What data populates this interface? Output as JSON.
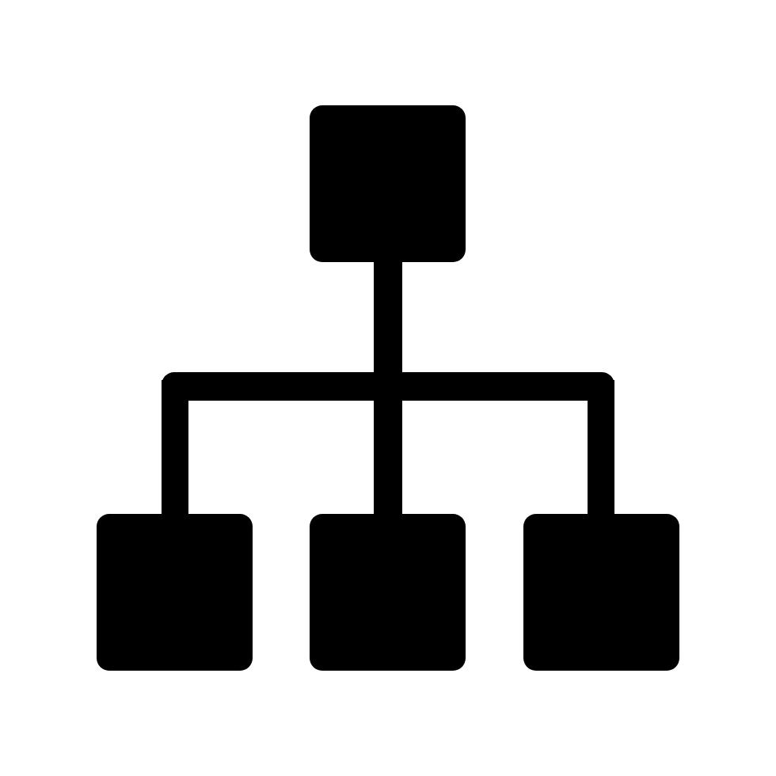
{
  "icon": {
    "name": "hierarchy-icon",
    "nodes": [
      "root",
      "child-left",
      "child-center",
      "child-right"
    ]
  },
  "colors": {
    "background": "#ffffff",
    "foreground": "#000000"
  }
}
